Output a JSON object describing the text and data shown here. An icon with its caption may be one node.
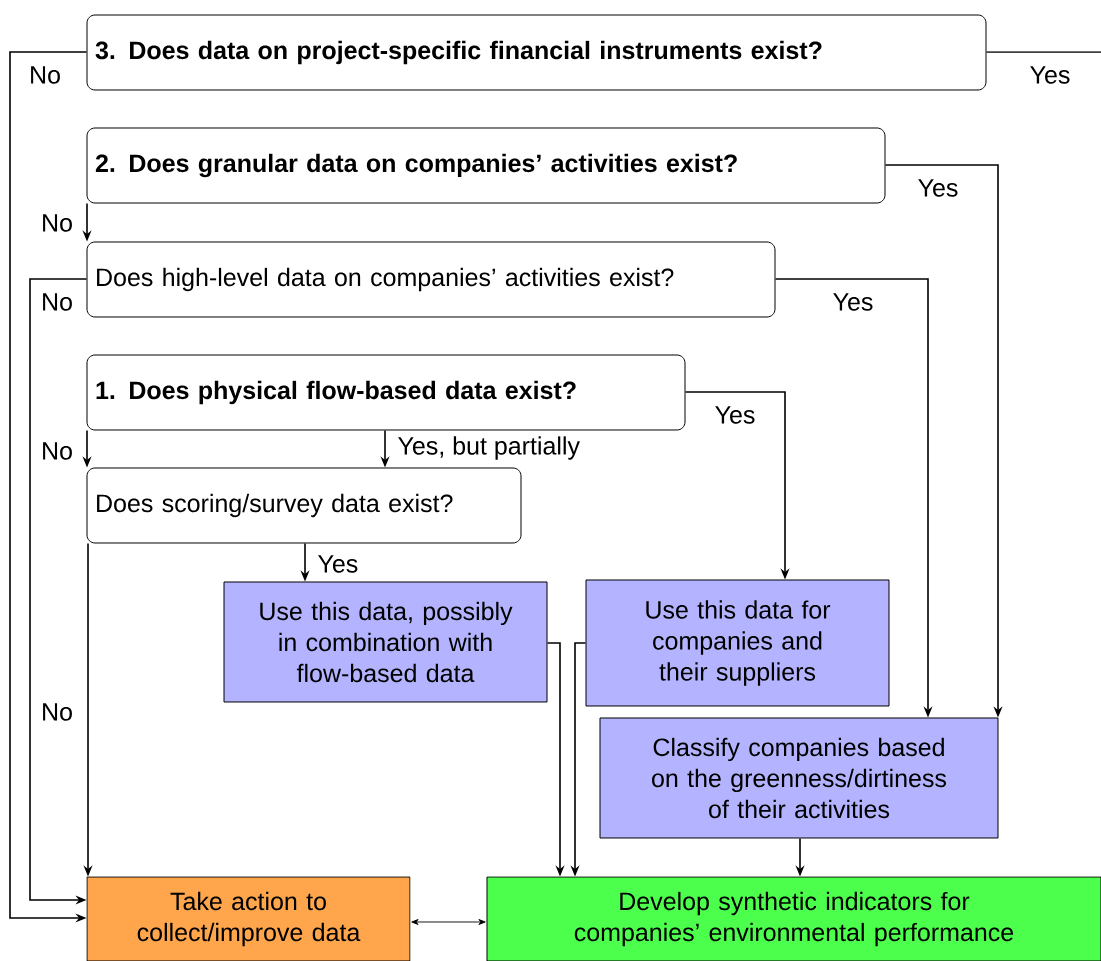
{
  "diagram": {
    "nodes": [
      {
        "text": [
          "3. Does data on project-specific financial instruments exist?"
        ]
      },
      {
        "text": [
          "2. Does granular data on companies’ activities exist?"
        ]
      },
      {
        "text": [
          "Does high-level data on companies’ activities exist?"
        ]
      },
      {
        "text": [
          "1. Does physical flow-based data exist?"
        ]
      },
      {
        "text": [
          "Does scoring/survey data exist?"
        ]
      },
      {
        "text": [
          "Use this data, possibly in combination with flow-based data"
        ]
      },
      {
        "text": [
          "Use this data for companies and their suppliers"
        ]
      },
      {
        "text": [
          "Classify companies based on the greenness/dirtiness of their activities"
        ]
      },
      {
        "text": [
          "Take action to collect/improve data"
        ]
      },
      {
        "text": [
          "Develop synthetic indicators for companies’ environmental performance"
        ]
      }
    ],
    "edges": [
      {
        "from": 0,
        "to": 8,
        "arrow": "to",
        "label": "No"
      },
      {
        "from": 0,
        "to": null,
        "arrow": "none",
        "label": "Yes"
      },
      {
        "from": 1,
        "to": 2,
        "arrow": "to",
        "label": "No"
      },
      {
        "from": 1,
        "to": 7,
        "arrow": "to",
        "label": "Yes"
      },
      {
        "from": 2,
        "to": 8,
        "arrow": "to",
        "label": "No"
      },
      {
        "from": 2,
        "to": 7,
        "arrow": "to",
        "label": "Yes"
      },
      {
        "from": 3,
        "to": 4,
        "arrow": "to",
        "label": "No"
      },
      {
        "from": 3,
        "to": 4,
        "arrow": "to",
        "label": "Yes, but partially"
      },
      {
        "from": 3,
        "to": 6,
        "arrow": "to",
        "label": "Yes"
      },
      {
        "from": 4,
        "to": 8,
        "arrow": "to",
        "label": "No"
      },
      {
        "from": 4,
        "to": 5,
        "arrow": "to",
        "label": "Yes"
      },
      {
        "from": 5,
        "to": 9,
        "arrow": "to"
      },
      {
        "from": 6,
        "to": 9,
        "arrow": "to"
      },
      {
        "from": 7,
        "to": 9,
        "arrow": "to"
      },
      {
        "from": 8,
        "to": 9,
        "arrow": "both"
      }
    ]
  }
}
